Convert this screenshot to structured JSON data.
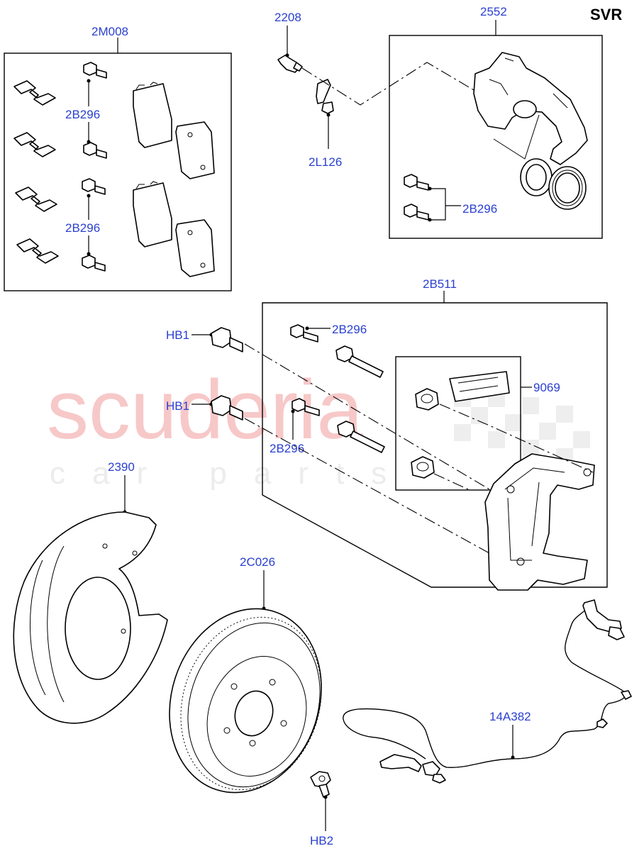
{
  "variant_label": "SVR",
  "watermark": {
    "main": "scuderia",
    "sub": "car parts"
  },
  "parts": {
    "pad_kit": "2M008",
    "bleed_screw": "2208",
    "caliper": "2552",
    "bolt_a": "2B296",
    "bolt_b": "2B296",
    "bolt_caliper": "2B296",
    "bolt_carrier_top": "2B296",
    "bolt_carrier_bottom": "2B296",
    "hose_clip": "2L126",
    "carrier_kit": "2B511",
    "grease": "9069",
    "bolt_hb1_top": "HB1",
    "bolt_hb1_bottom": "HB1",
    "shield": "2390",
    "disc": "2C026",
    "sensor": "14A382",
    "disc_screw": "HB2"
  }
}
